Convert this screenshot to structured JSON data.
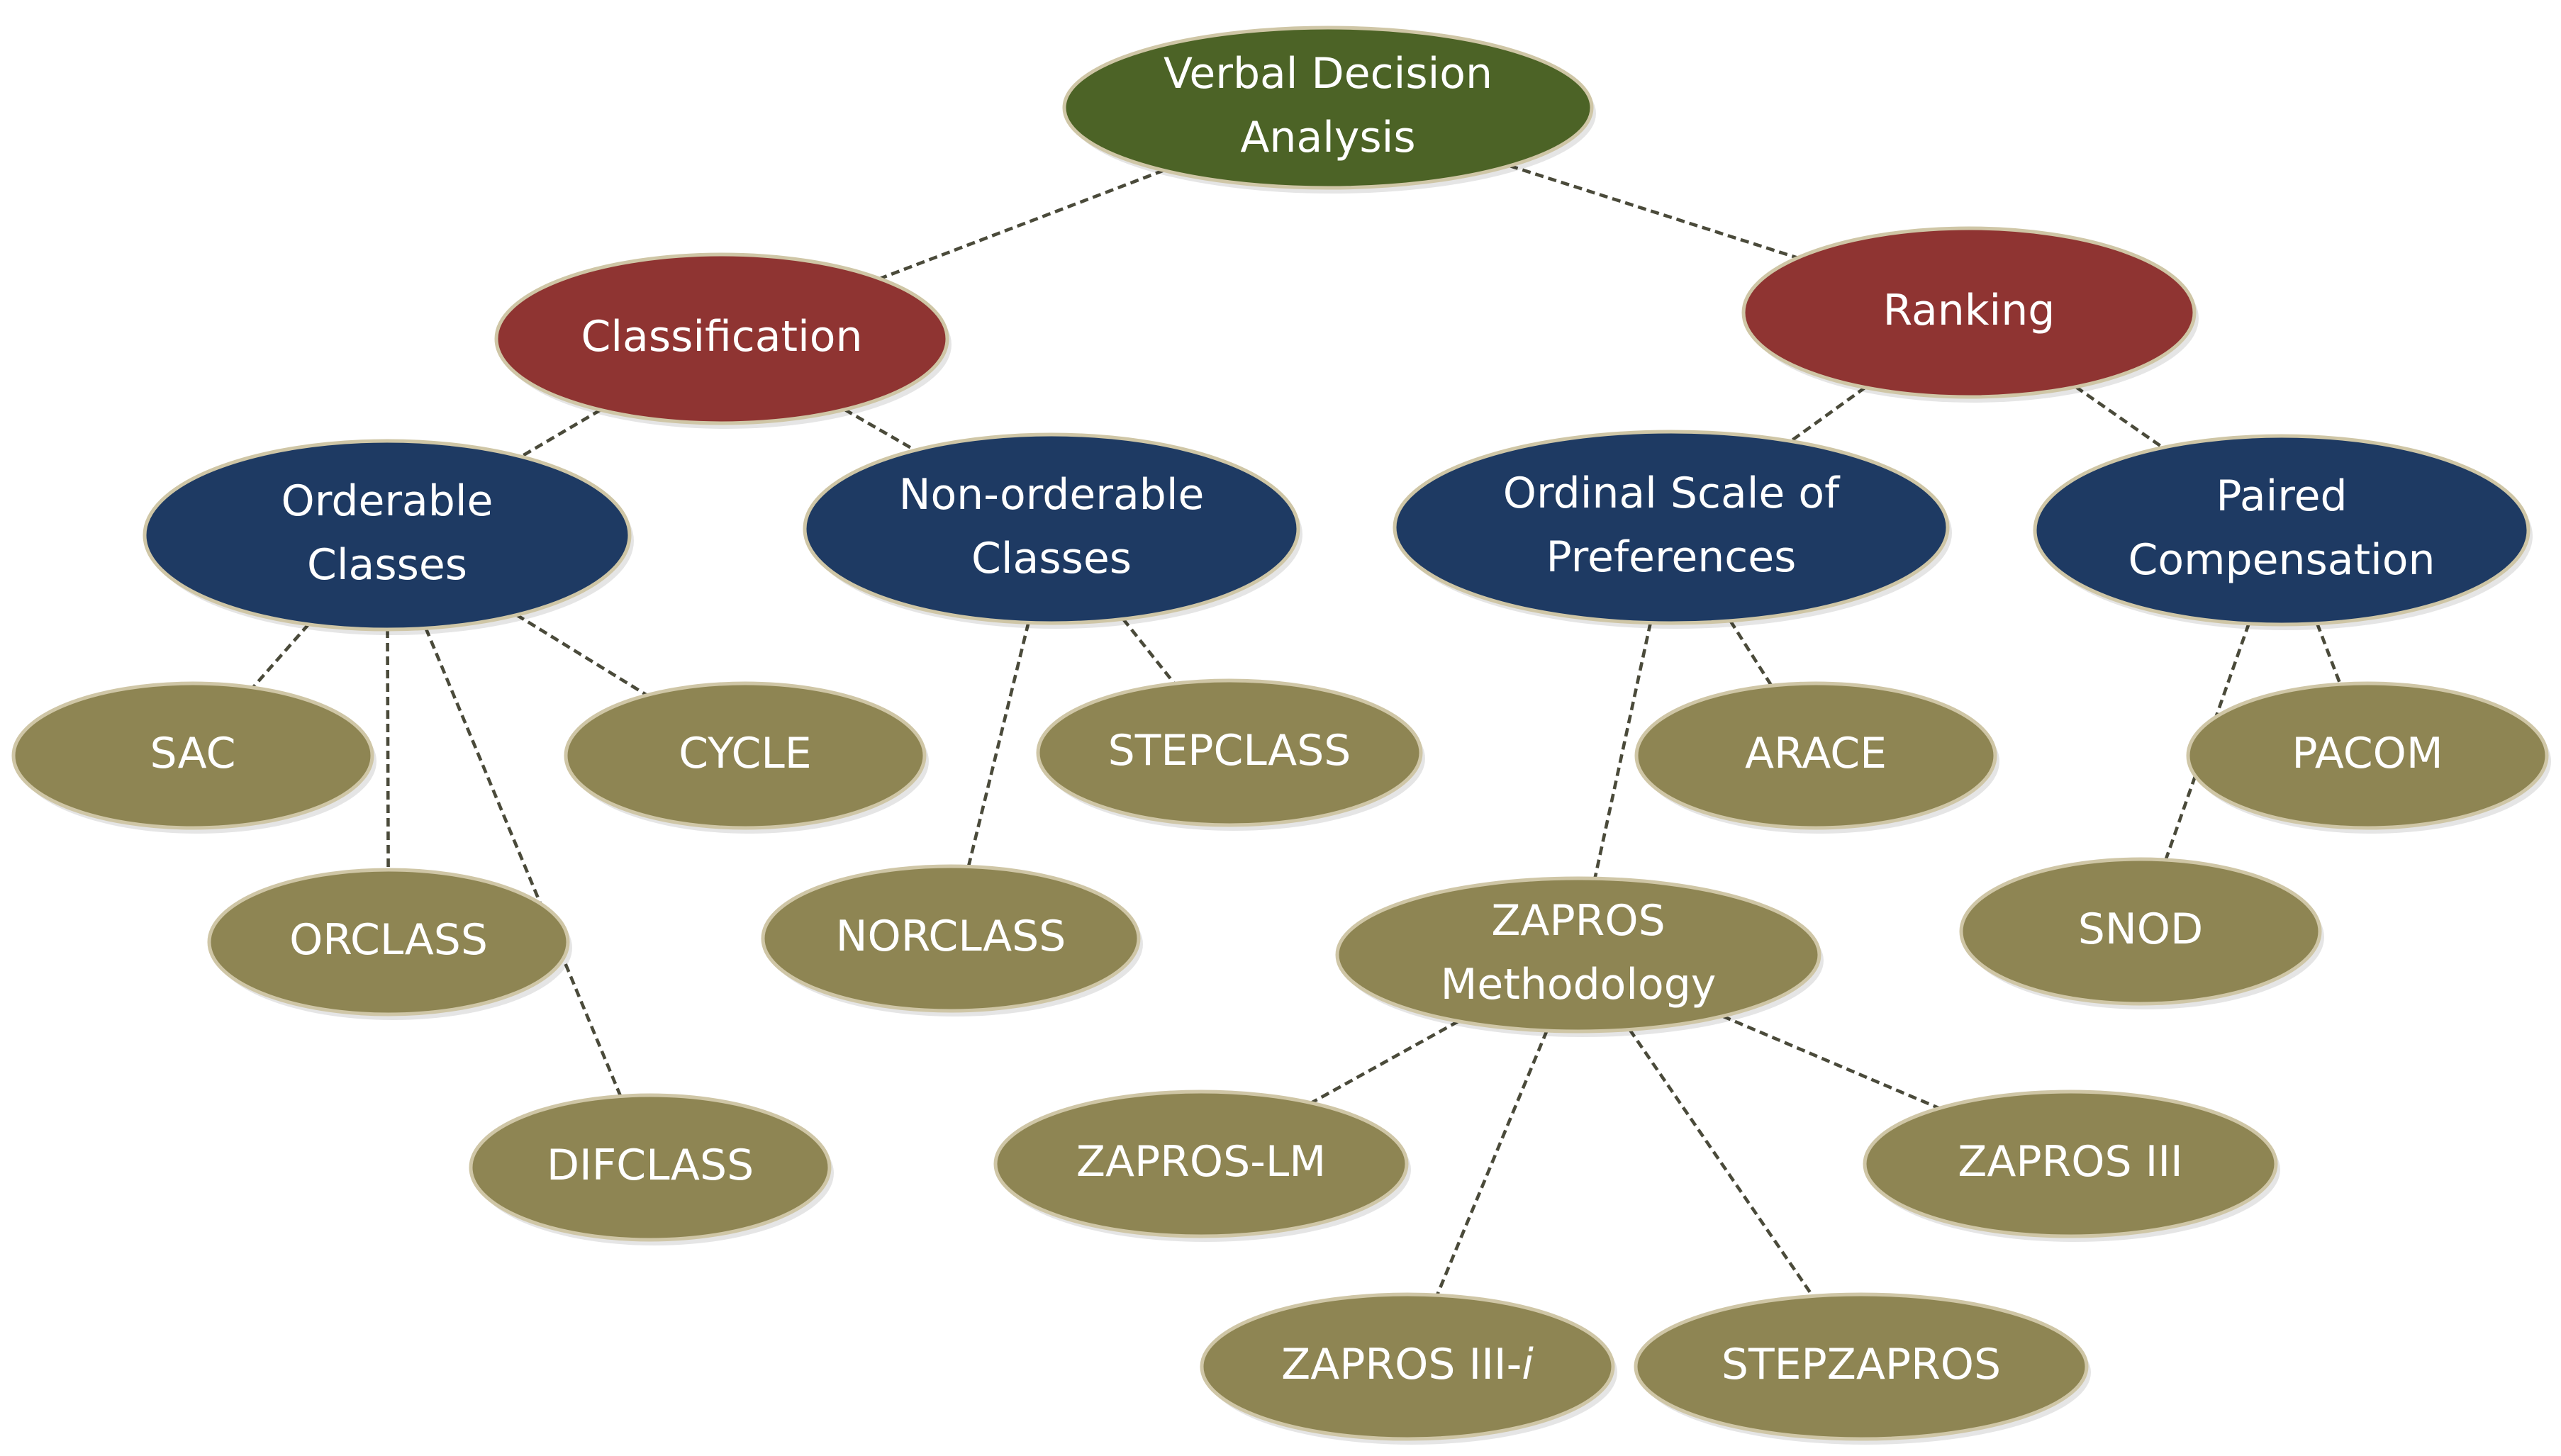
{
  "colors": {
    "root": "#4c6326",
    "category": "#8f3432",
    "subcategory": "#1e3a63",
    "method": "#8e8553",
    "node_border": "#cfc6a6",
    "connector": "#4a4a3a",
    "label": "#ffffff"
  },
  "nodes": {
    "root": {
      "label_lines": [
        "Verbal Decision",
        "Analysis"
      ]
    },
    "classification": {
      "label_lines": [
        "Classification"
      ]
    },
    "ranking": {
      "label_lines": [
        "Ranking"
      ]
    },
    "orderable_classes": {
      "label_lines": [
        "Orderable",
        "Classes"
      ]
    },
    "non_orderable_classes": {
      "label_lines": [
        "Non-orderable",
        "Classes"
      ]
    },
    "ordinal_scale": {
      "label_lines": [
        "Ordinal Scale of",
        "Preferences"
      ]
    },
    "paired_compensation": {
      "label_lines": [
        "Paired",
        "Compensation"
      ]
    },
    "sac": {
      "label_lines": [
        "SAC"
      ]
    },
    "cycle": {
      "label_lines": [
        "CYCLE"
      ]
    },
    "orclass": {
      "label_lines": [
        "ORCLASS"
      ]
    },
    "difclass": {
      "label_lines": [
        "DIFCLASS"
      ]
    },
    "stepclass": {
      "label_lines": [
        "STEPCLASS"
      ]
    },
    "norclass": {
      "label_lines": [
        "NORCLASS"
      ]
    },
    "arace": {
      "label_lines": [
        "ARACE"
      ]
    },
    "zapros_methodology": {
      "label_lines": [
        "ZAPROS",
        "Methodology"
      ]
    },
    "pacom": {
      "label_lines": [
        "PACOM"
      ]
    },
    "snod": {
      "label_lines": [
        "SNOD"
      ]
    },
    "zapros_lm": {
      "label_lines": [
        "ZAPROS-LM"
      ]
    },
    "zapros_iii": {
      "label_lines": [
        "ZAPROS III"
      ]
    },
    "zapros_iii_i": {
      "label_lines": [
        "ZAPROS III-",
        "i"
      ]
    },
    "stepzapros": {
      "label_lines": [
        "STEPZAPROS"
      ]
    }
  },
  "edges": [
    [
      "root",
      "classification"
    ],
    [
      "root",
      "ranking"
    ],
    [
      "classification",
      "orderable_classes"
    ],
    [
      "classification",
      "non_orderable_classes"
    ],
    [
      "ranking",
      "ordinal_scale"
    ],
    [
      "ranking",
      "paired_compensation"
    ],
    [
      "orderable_classes",
      "sac"
    ],
    [
      "orderable_classes",
      "orclass"
    ],
    [
      "orderable_classes",
      "difclass"
    ],
    [
      "orderable_classes",
      "cycle"
    ],
    [
      "non_orderable_classes",
      "stepclass"
    ],
    [
      "non_orderable_classes",
      "norclass"
    ],
    [
      "ordinal_scale",
      "arace"
    ],
    [
      "ordinal_scale",
      "zapros_methodology"
    ],
    [
      "paired_compensation",
      "pacom"
    ],
    [
      "paired_compensation",
      "snod"
    ],
    [
      "zapros_methodology",
      "zapros_lm"
    ],
    [
      "zapros_methodology",
      "zapros_iii_i"
    ],
    [
      "zapros_methodology",
      "stepzapros"
    ],
    [
      "zapros_methodology",
      "zapros_iii"
    ]
  ]
}
